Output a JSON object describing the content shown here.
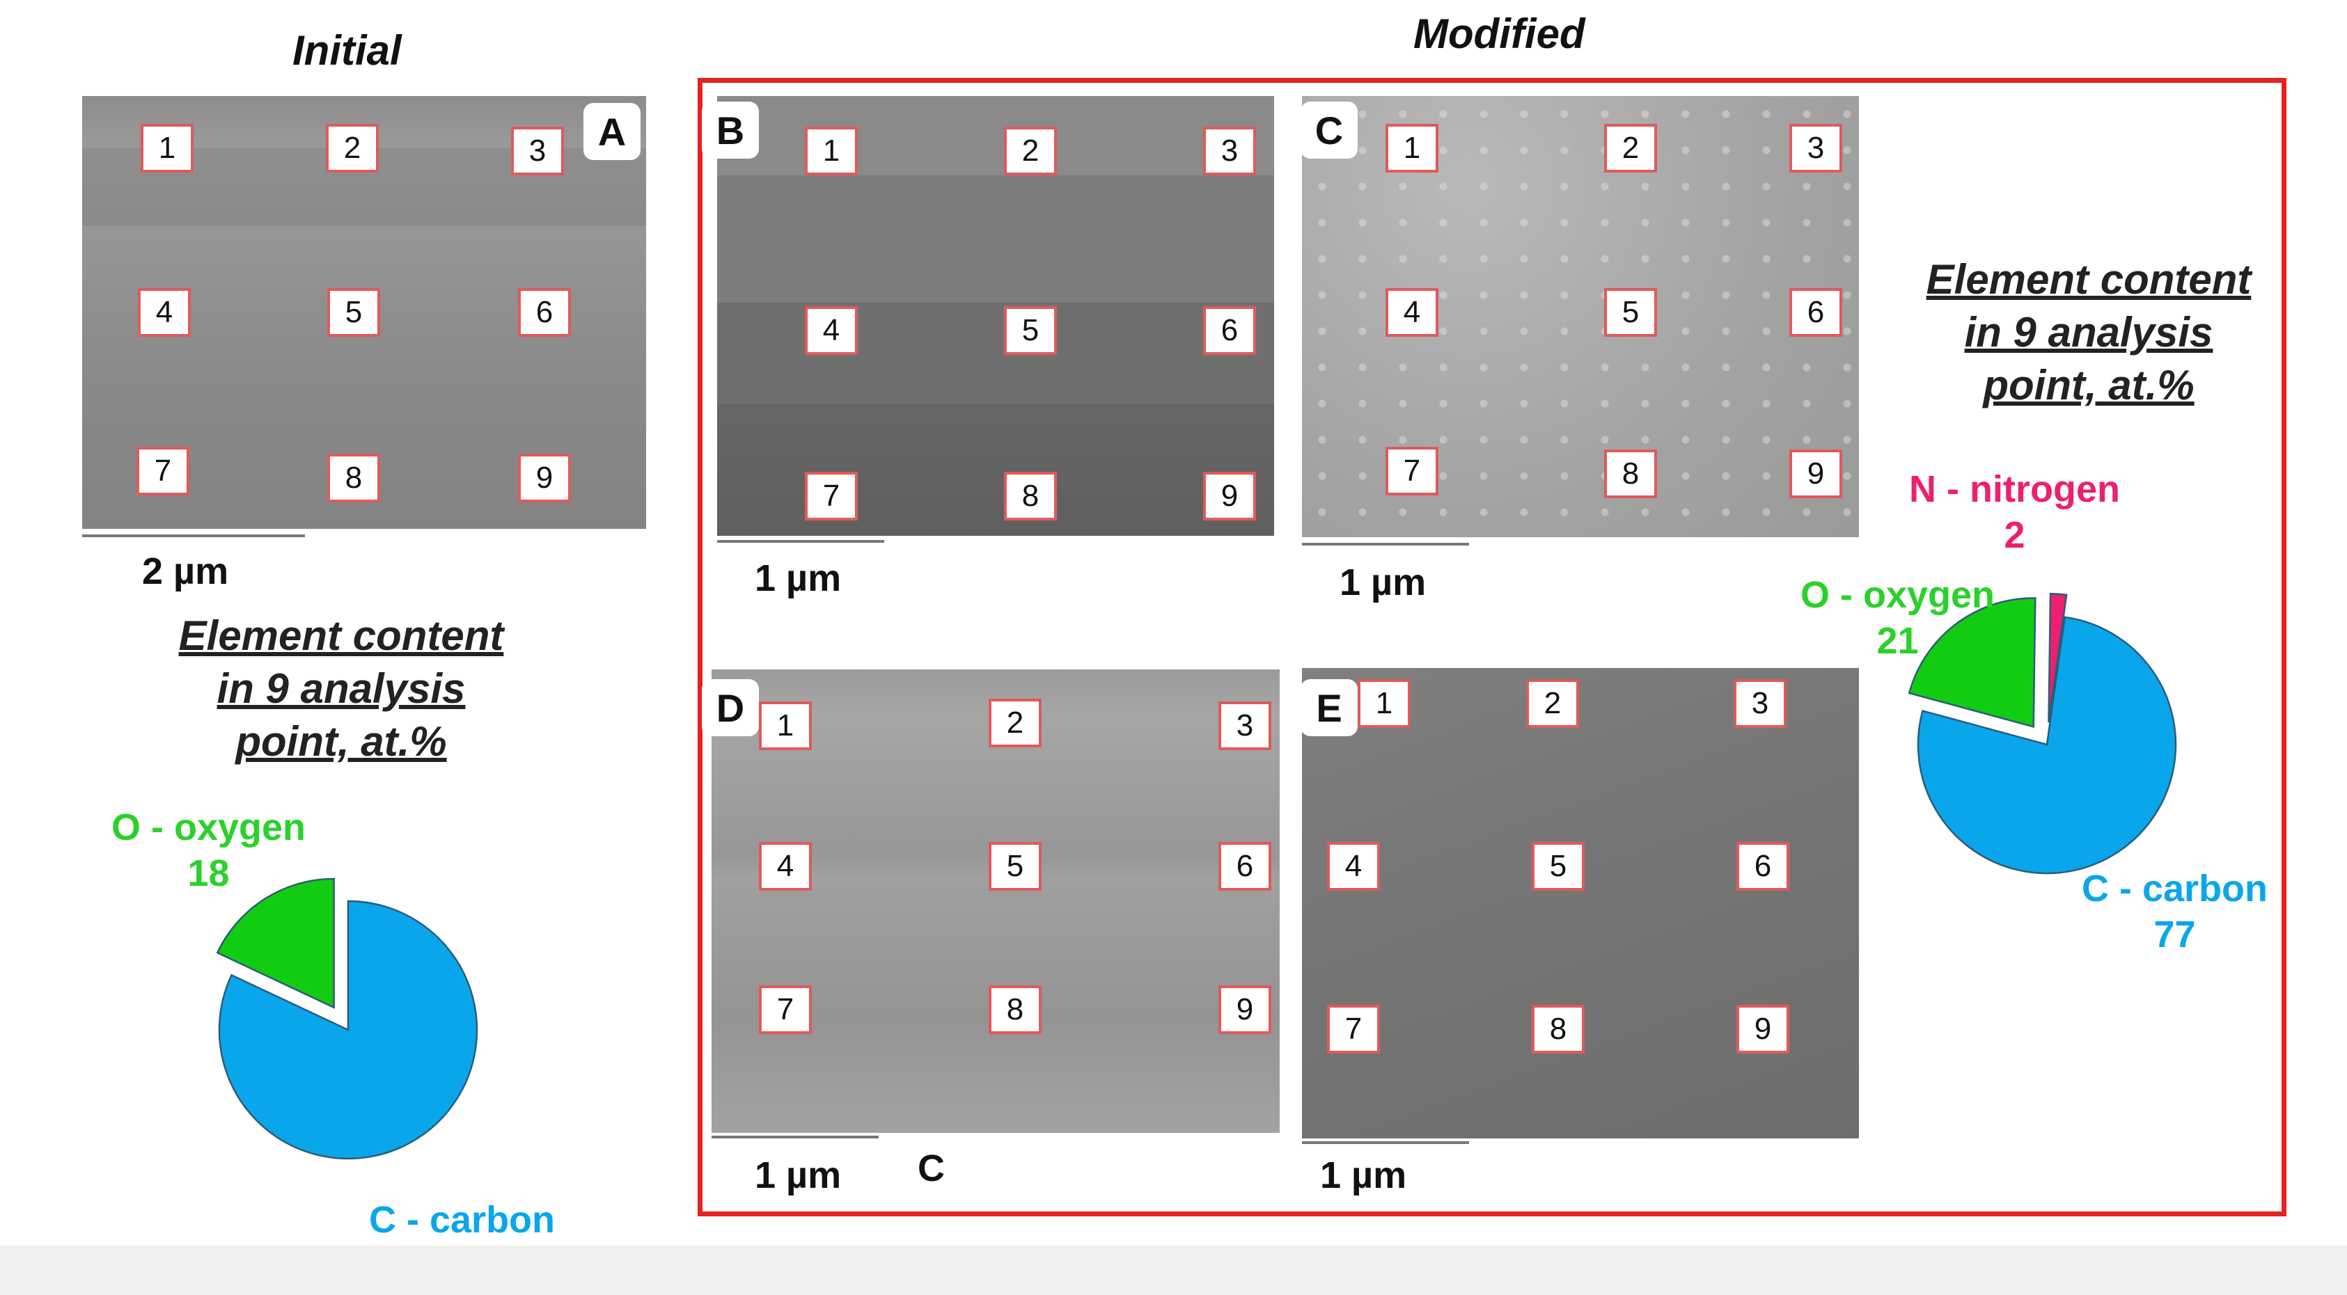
{
  "headings": {
    "initial": "Initial",
    "modified": "Modified"
  },
  "panels": {
    "A": {
      "letter": "A",
      "points": [
        "1",
        "2",
        "3",
        "4",
        "5",
        "6",
        "7",
        "8",
        "9"
      ],
      "scale": "2 µm"
    },
    "B": {
      "letter": "B",
      "points": [
        "1",
        "2",
        "3",
        "4",
        "5",
        "6",
        "7",
        "8",
        "9"
      ],
      "scale": "1 µm"
    },
    "C": {
      "letter": "C",
      "points": [
        "1",
        "2",
        "3",
        "4",
        "5",
        "6",
        "7",
        "8",
        "9"
      ],
      "scale": "1 µm"
    },
    "D": {
      "letter": "D",
      "points": [
        "1",
        "2",
        "3",
        "4",
        "5",
        "6",
        "7",
        "8",
        "9"
      ],
      "scale": "1 µm",
      "extra": "C"
    },
    "E": {
      "letter": "E",
      "points": [
        "1",
        "2",
        "3",
        "4",
        "5",
        "6",
        "7",
        "8",
        "9"
      ],
      "scale": "1 µm"
    }
  },
  "element_content_title": [
    "Element content",
    "in 9 analysis",
    "point, at.%"
  ],
  "pies": {
    "initial": {
      "slices": [
        {
          "name": "C - carbon",
          "value": 82,
          "color": "#0aa6ec",
          "exploded": false
        },
        {
          "name": "O - oxygen",
          "value": 18,
          "color": "#12cc12",
          "exploded": true
        }
      ]
    },
    "modified": {
      "slices": [
        {
          "name": "C - carbon",
          "value": 77,
          "color": "#0aa6ec",
          "exploded": false
        },
        {
          "name": "O - oxygen",
          "value": 21,
          "color": "#12cc12",
          "exploded": true
        },
        {
          "name": "N - nitrogen",
          "value": 2,
          "color": "#ee1f6e",
          "exploded": true
        }
      ]
    }
  }
}
